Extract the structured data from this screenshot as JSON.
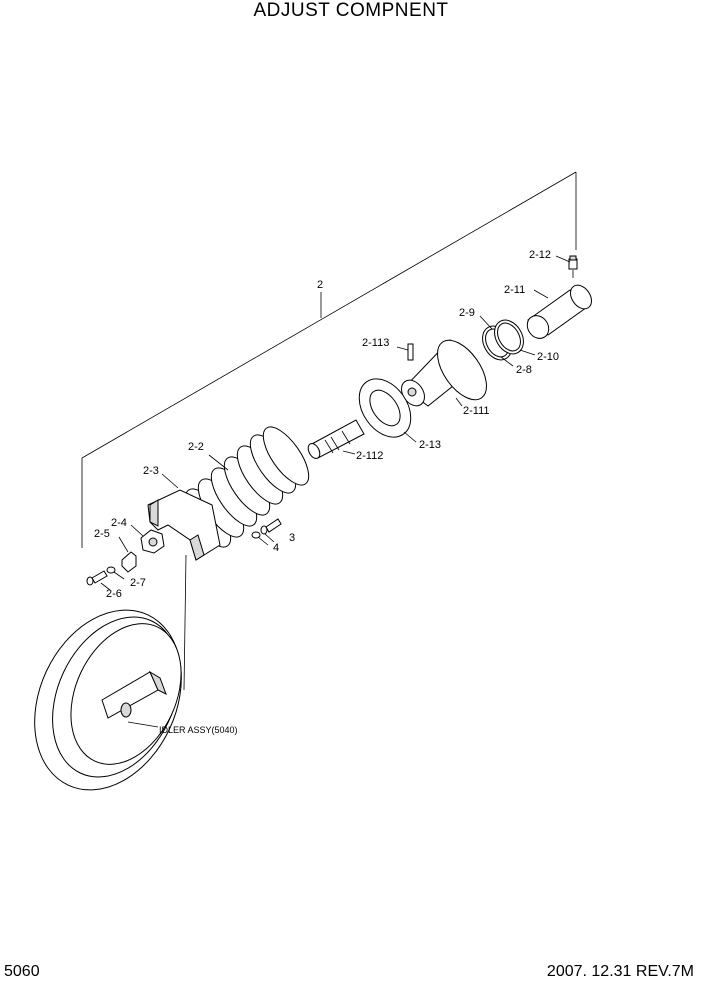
{
  "title": "ADJUST COMPNENT",
  "page_number": "5060",
  "revision": "2007. 12.31  REV.7M",
  "callouts": {
    "c2": "2",
    "c2_12": "2-12",
    "c2_11": "2-11",
    "c2_9": "2-9",
    "c2_113": "2-113",
    "c2_10": "2-10",
    "c2_8": "2-8",
    "c2_111": "2-111",
    "c2_2": "2-2",
    "c2_13": "2-13",
    "c2_112": "2-112",
    "c2_3": "2-3",
    "c2_4": "2-4",
    "c2_5": "2-5",
    "c3": "3",
    "c4": "4",
    "c2_7": "2-7",
    "c2_6": "2-6"
  },
  "idler_note": "IDLER ASSY(5040)"
}
